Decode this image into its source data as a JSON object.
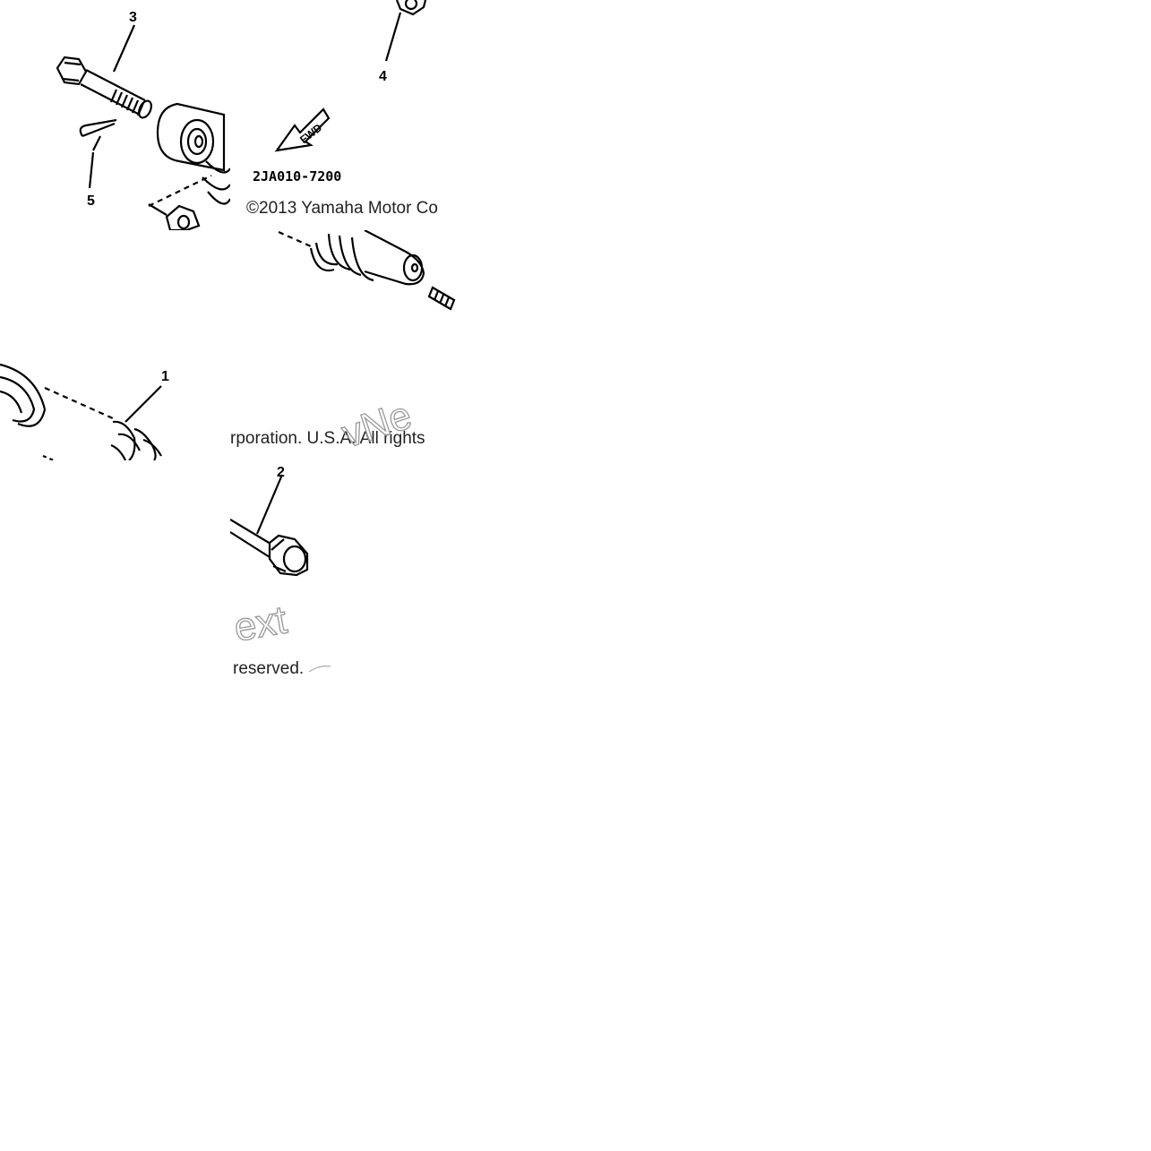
{
  "diagram": {
    "callouts": [
      "1",
      "2",
      "3",
      "4",
      "5"
    ],
    "direction_arrow_label": "FWD",
    "part_code": "2JA010-7200",
    "copyright_parts": [
      "©2013 Yamaha Motor Co",
      "rporation. U.S.A. All rights",
      "reserved."
    ],
    "watermark_parts": [
      "vNe",
      "ext"
    ]
  }
}
